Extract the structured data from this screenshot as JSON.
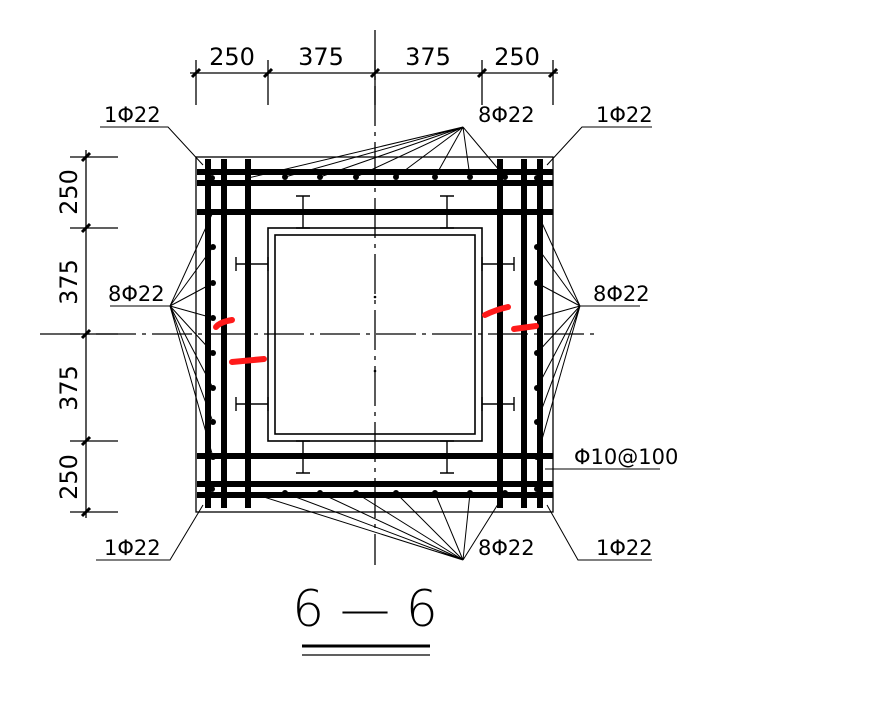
{
  "drawing": {
    "title": "6 — 6",
    "top_dimensions": [
      "250",
      "375",
      "375",
      "250"
    ],
    "left_dimensions": [
      "250",
      "375",
      "375",
      "250"
    ],
    "labels": {
      "corner_top_left": "1Φ22",
      "corner_top_right": "1Φ22",
      "corner_bottom_left": "1Φ22",
      "corner_bottom_right": "1Φ22",
      "top_bars": "8Φ22",
      "bottom_bars": "8Φ22",
      "left_bars": "8Φ22",
      "right_bars": "8Φ22",
      "stirrups": "Φ10@100"
    }
  }
}
